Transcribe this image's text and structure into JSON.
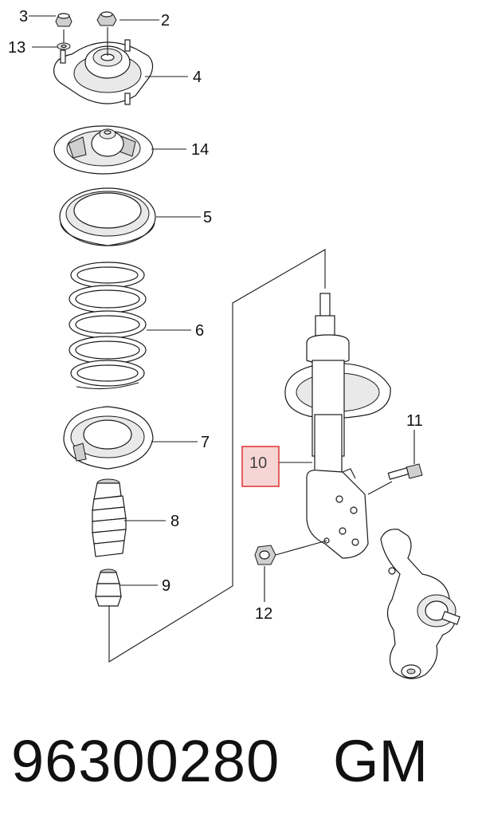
{
  "diagram": {
    "callouts": {
      "c2": "2",
      "c3": "3",
      "c4": "4",
      "c5": "5",
      "c6": "6",
      "c7": "7",
      "c8": "8",
      "c9": "9",
      "c10": "10",
      "c11": "11",
      "c12": "12",
      "c13": "13",
      "c14": "14"
    },
    "highlight_color": "#e03030",
    "highlight_fill": "#f7d5d5"
  },
  "footer": {
    "part_number": "96300280",
    "brand": "GM"
  }
}
